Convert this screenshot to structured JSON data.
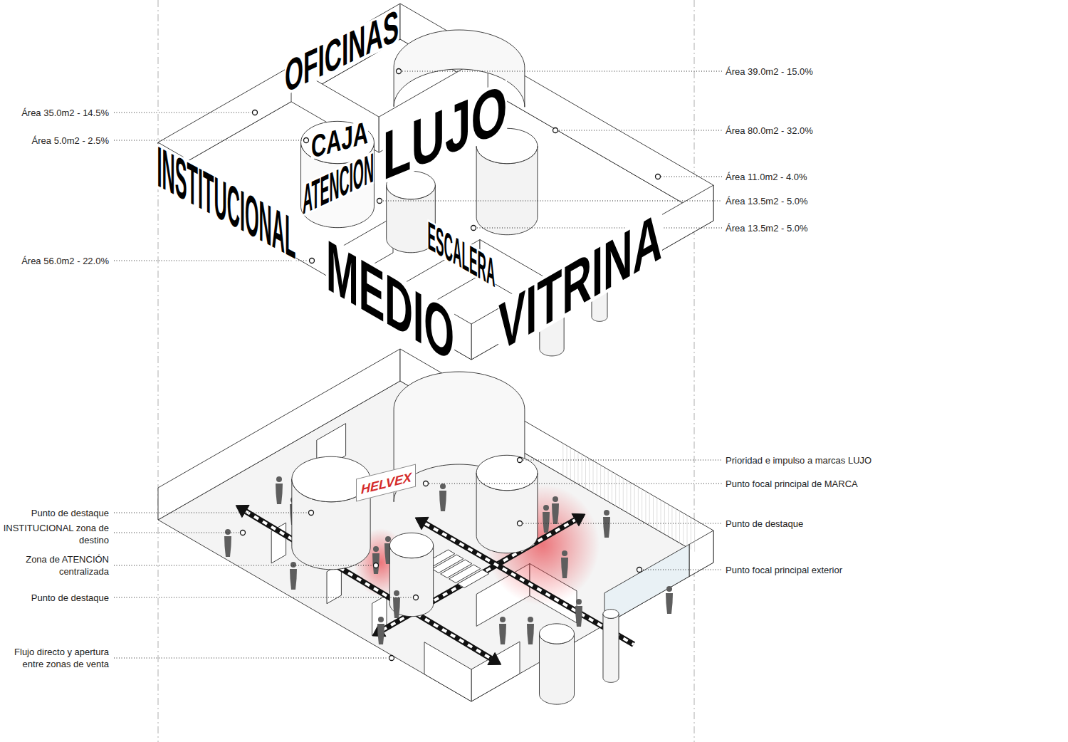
{
  "diagram": {
    "nodes": [
      {
        "text": [
          "HELVEX"
        ]
      }
    ],
    "labels": [
      "OFICINAS",
      "LUJO",
      "CAJA",
      "ATENCION",
      "INSTITUCIONAL",
      "ESCALERA",
      "MEDIO",
      "VITRINA",
      "Área 39.0m2 - 15.0%",
      "Área 35.0m2 - 14.5%",
      "Área 80.0m2 - 32.0%",
      "Área 5.0m2 - 2.5%",
      "Área 11.0m2 - 4.0%",
      "Área 13.5m2 - 5.0%",
      "Área 13.5m2 - 5.0%",
      "Área 56.0m2 - 22.0%",
      "Prioridad e impulso a marcas LUJO",
      "Punto focal principal de MARCA",
      "Punto de destaque",
      "Punto de destaque",
      "INSTITUCIONAL zona de destino",
      "Zona de ATENCIÓN centralizada",
      "Punto focal principal exterior",
      "Punto de destaque",
      "Flujo directo y apertura entre zonas de venta"
    ]
  }
}
